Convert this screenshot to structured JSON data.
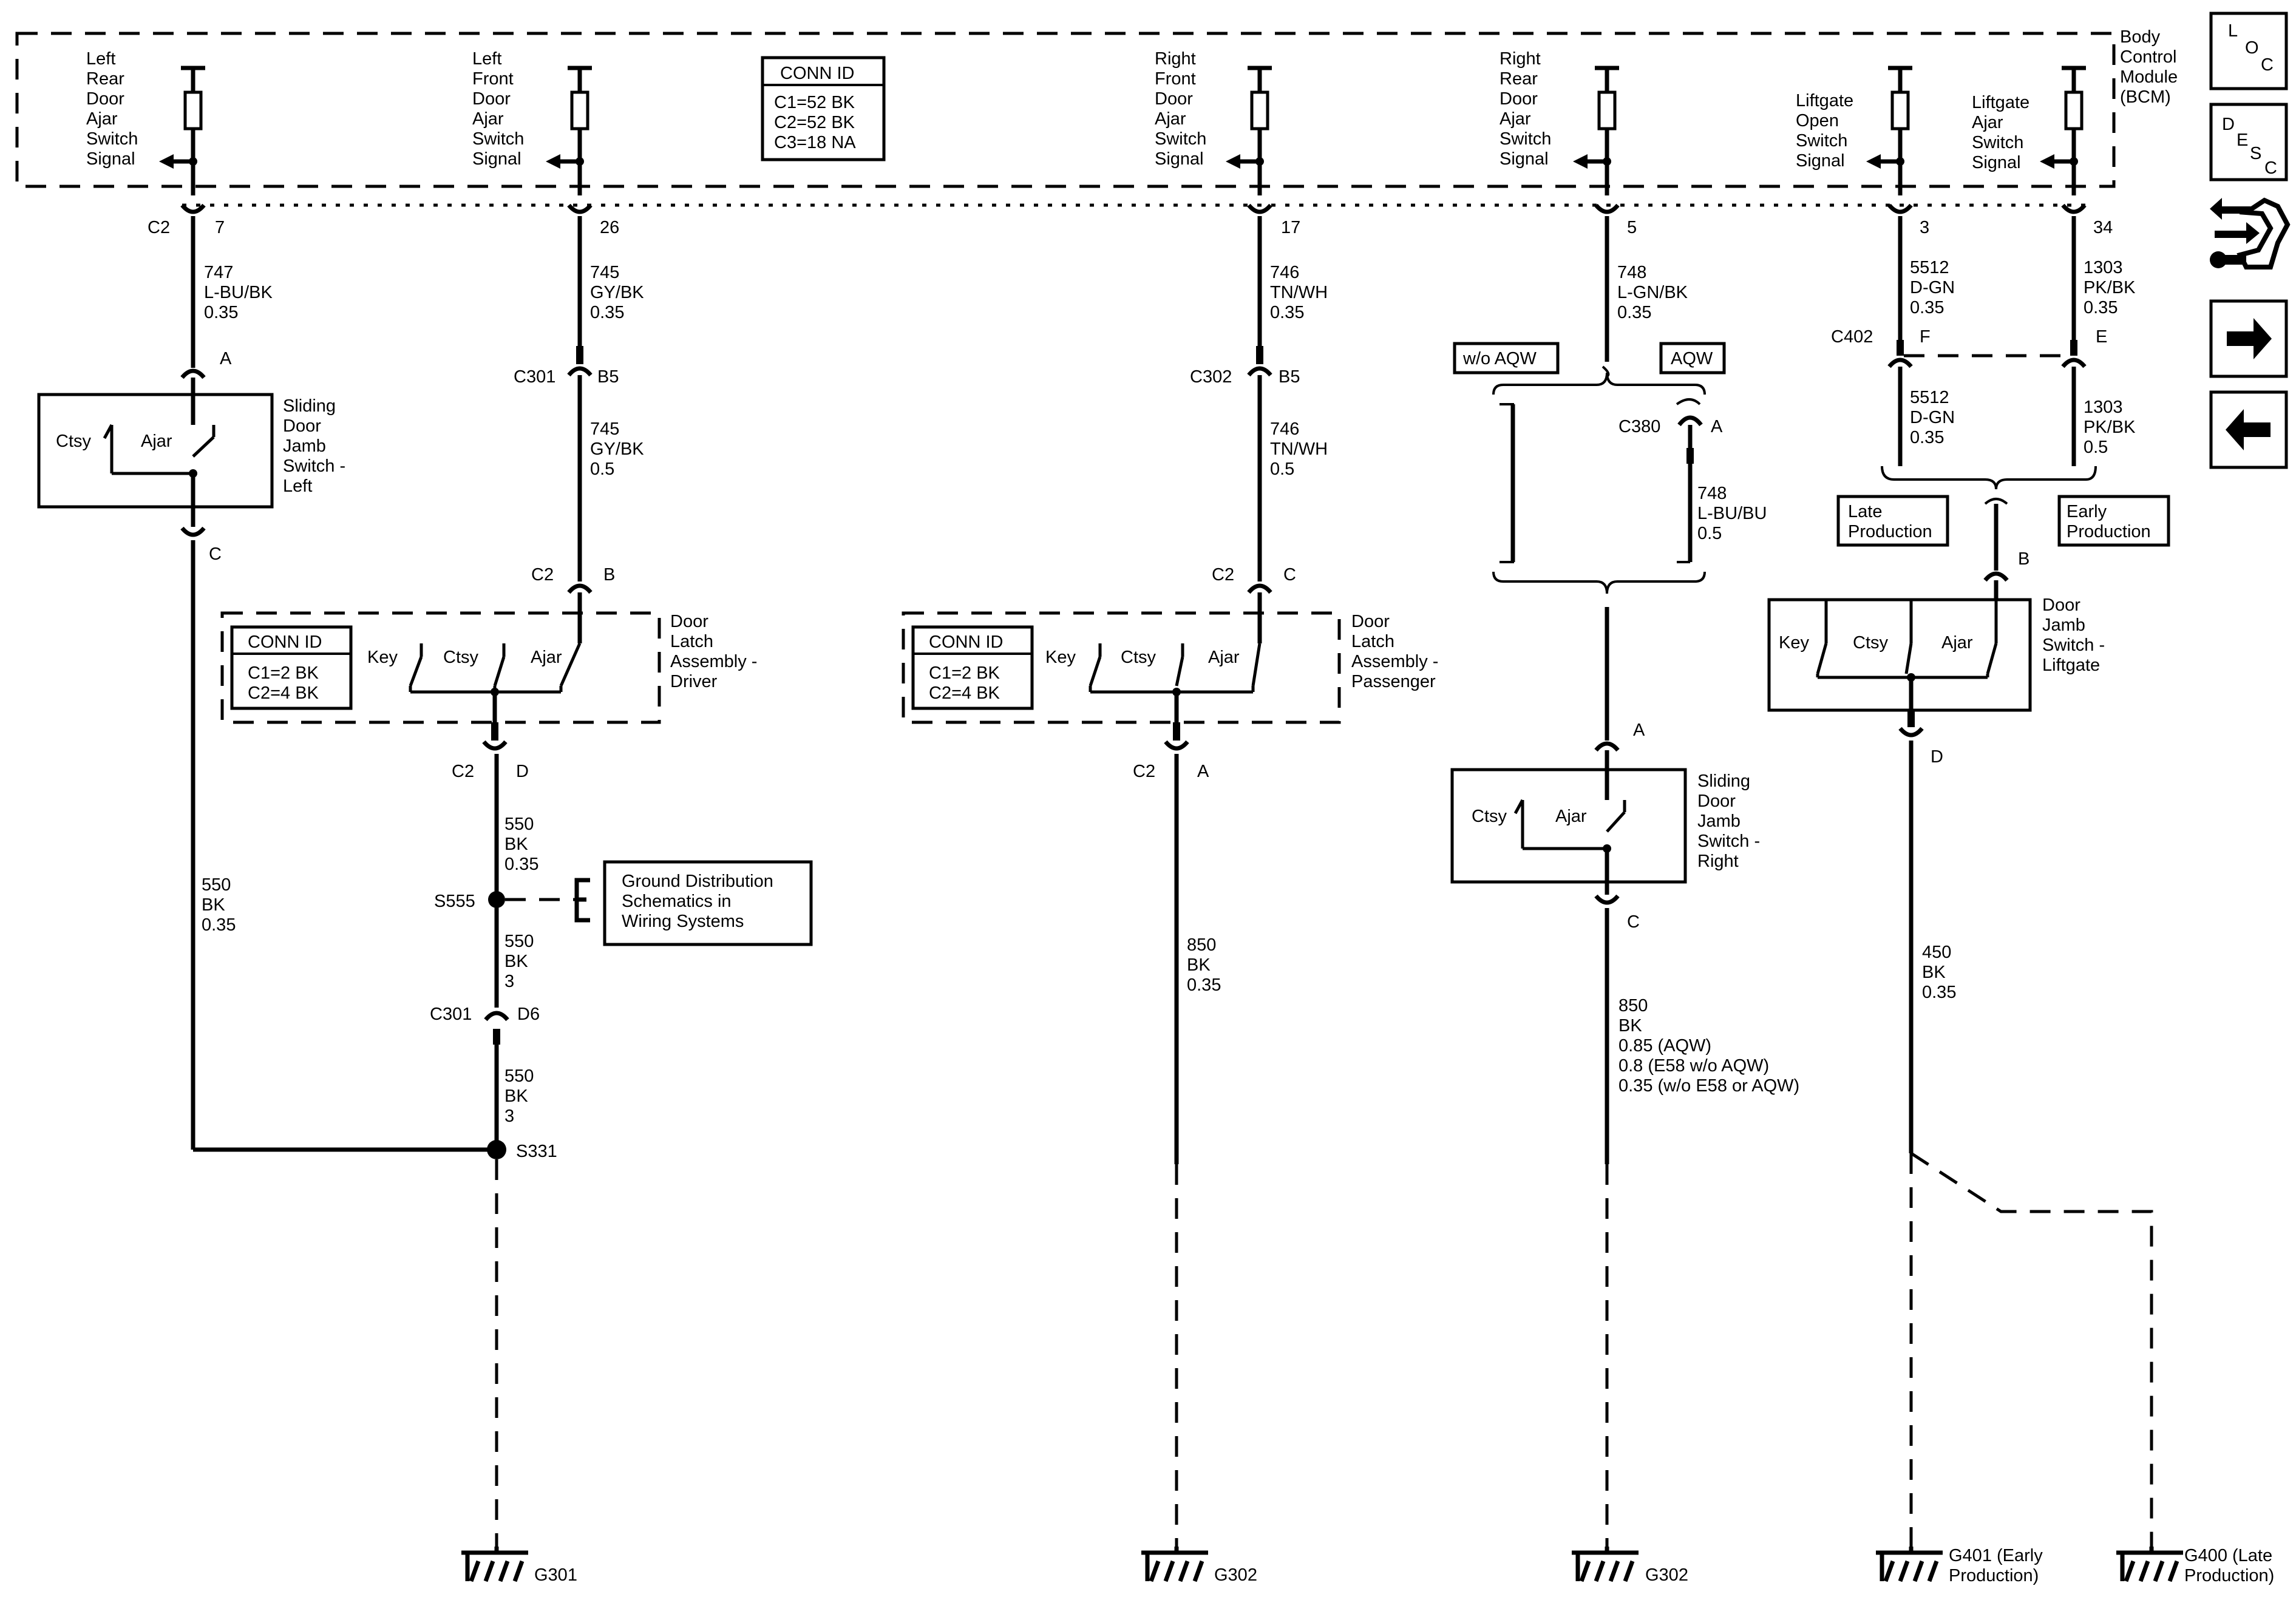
{
  "bcm": {
    "label": [
      "Body",
      "Control",
      "Module",
      "(BCM)"
    ]
  },
  "bcm_conn_id": {
    "title": "CONN ID",
    "rows": [
      "C1=52 BK",
      "C2=52 BK",
      "C3=18 NA"
    ]
  },
  "signals": [
    {
      "label": [
        "Left",
        "Rear",
        "Door",
        "Ajar",
        "Switch",
        "Signal"
      ]
    },
    {
      "label": [
        "Left",
        "Front",
        "Door",
        "Ajar",
        "Switch",
        "Signal"
      ]
    },
    {
      "label": [
        "Right",
        "Front",
        "Door",
        "Ajar",
        "Switch",
        "Signal"
      ]
    },
    {
      "label": [
        "Right",
        "Rear",
        "Door",
        "Ajar",
        "Switch",
        "Signal"
      ]
    },
    {
      "label": [
        "Liftgate",
        "Open",
        "Switch",
        "Signal"
      ]
    },
    {
      "label": [
        "Liftgate",
        "Ajar",
        "Switch",
        "Signal"
      ]
    }
  ],
  "bcm_pins": {
    "conn": "C2",
    "pins": [
      "7",
      "26",
      "17",
      "5",
      "3",
      "34"
    ]
  },
  "wires": {
    "w747": [
      "747",
      "L-BU/BK",
      "0.35"
    ],
    "w745a": [
      "745",
      "GY/BK",
      "0.35"
    ],
    "w745b": [
      "745",
      "GY/BK",
      "0.5"
    ],
    "w746a": [
      "746",
      "TN/WH",
      "0.35"
    ],
    "w746b": [
      "746",
      "TN/WH",
      "0.5"
    ],
    "w748a": [
      "748",
      "L-GN/BK",
      "0.35"
    ],
    "w748b": [
      "748",
      "L-BU/BU",
      "0.5"
    ],
    "w5512a": [
      "5512",
      "D-GN",
      "0.35"
    ],
    "w5512b": [
      "5512",
      "D-GN",
      "0.35"
    ],
    "w1303a": [
      "1303",
      "PK/BK",
      "0.35"
    ],
    "w1303b": [
      "1303",
      "PK/BK",
      "0.5"
    ],
    "w550left": [
      "550",
      "BK",
      "0.35"
    ],
    "w550a": [
      "550",
      "BK",
      "0.35"
    ],
    "w550b": [
      "550",
      "BK",
      "3"
    ],
    "w550c": [
      "550",
      "BK",
      "3"
    ],
    "w850a": [
      "850",
      "BK",
      "0.35"
    ],
    "w850b": [
      "850",
      "BK",
      "0.85 (AQW)",
      "0.8 (E58 w/o AQW)",
      "0.35 (w/o E58 or AQW)"
    ],
    "w450": [
      "450",
      "BK",
      "0.35"
    ]
  },
  "connectors": {
    "c2_a": "A",
    "c2_c": "C",
    "c301": "C301",
    "b5": "B5",
    "c302": "C302",
    "b5r": "B5",
    "c2_b": "C2",
    "b": "B",
    "c2_cr": "C2",
    "c": "C",
    "c2_d": "C2",
    "d": "D",
    "c2_ar": "C2",
    "a": "A",
    "c301b": "C301",
    "d6": "D6",
    "c380": "C380",
    "a380": "A",
    "c402": "C402",
    "f": "F",
    "e": "E",
    "b_lift": "B",
    "d_lift": "D",
    "a_sdr": "A",
    "c_sdr": "C"
  },
  "components": {
    "sdl": {
      "label": [
        "Sliding",
        "Door",
        "Jamb",
        "Switch -",
        "Left"
      ],
      "contacts": [
        "Ctsy",
        "Ajar"
      ]
    },
    "dla_driver": {
      "label": [
        "Door",
        "Latch",
        "Assembly -",
        "Driver"
      ],
      "contacts": [
        "Key",
        "Ctsy",
        "Ajar"
      ]
    },
    "dla_pass": {
      "label": [
        "Door",
        "Latch",
        "Assembly -",
        "Passenger"
      ],
      "contacts": [
        "Key",
        "Ctsy",
        "Ajar"
      ]
    },
    "sdr": {
      "label": [
        "Sliding",
        "Door",
        "Jamb",
        "Switch -",
        "Right"
      ],
      "contacts": [
        "Ctsy",
        "Ajar"
      ]
    },
    "djl": {
      "label": [
        "Door",
        "Jamb",
        "Switch -",
        "Liftgate"
      ],
      "contacts": [
        "Key",
        "Ctsy",
        "Ajar"
      ]
    }
  },
  "latch_conn_id": {
    "title": "CONN ID",
    "rows": [
      "C1=2 BK",
      "C2=4 BK"
    ]
  },
  "options": {
    "wo_aqw": "w/o AQW",
    "aqw": "AQW",
    "late": [
      "Late",
      "Production"
    ],
    "early": [
      "Early",
      "Production"
    ]
  },
  "splices": {
    "s555": "S555",
    "s331": "S331"
  },
  "ground_ref": {
    "label": [
      "Ground Distribution",
      "Schematics in",
      "Wiring Systems"
    ]
  },
  "grounds": {
    "g301": "G301",
    "g302a": "G302",
    "g302b": "G302",
    "g401": [
      "G401 (Early",
      "Production)"
    ],
    "g400": [
      "G400 (Late",
      "Production)"
    ]
  },
  "sidebar": {
    "loc": [
      "L",
      "O",
      "C"
    ],
    "desc": [
      "D",
      "E",
      "S",
      "C"
    ],
    "connector_icon": "connector-icon",
    "next_icon": "arrow-right-icon",
    "prev_icon": "arrow-left-icon"
  }
}
